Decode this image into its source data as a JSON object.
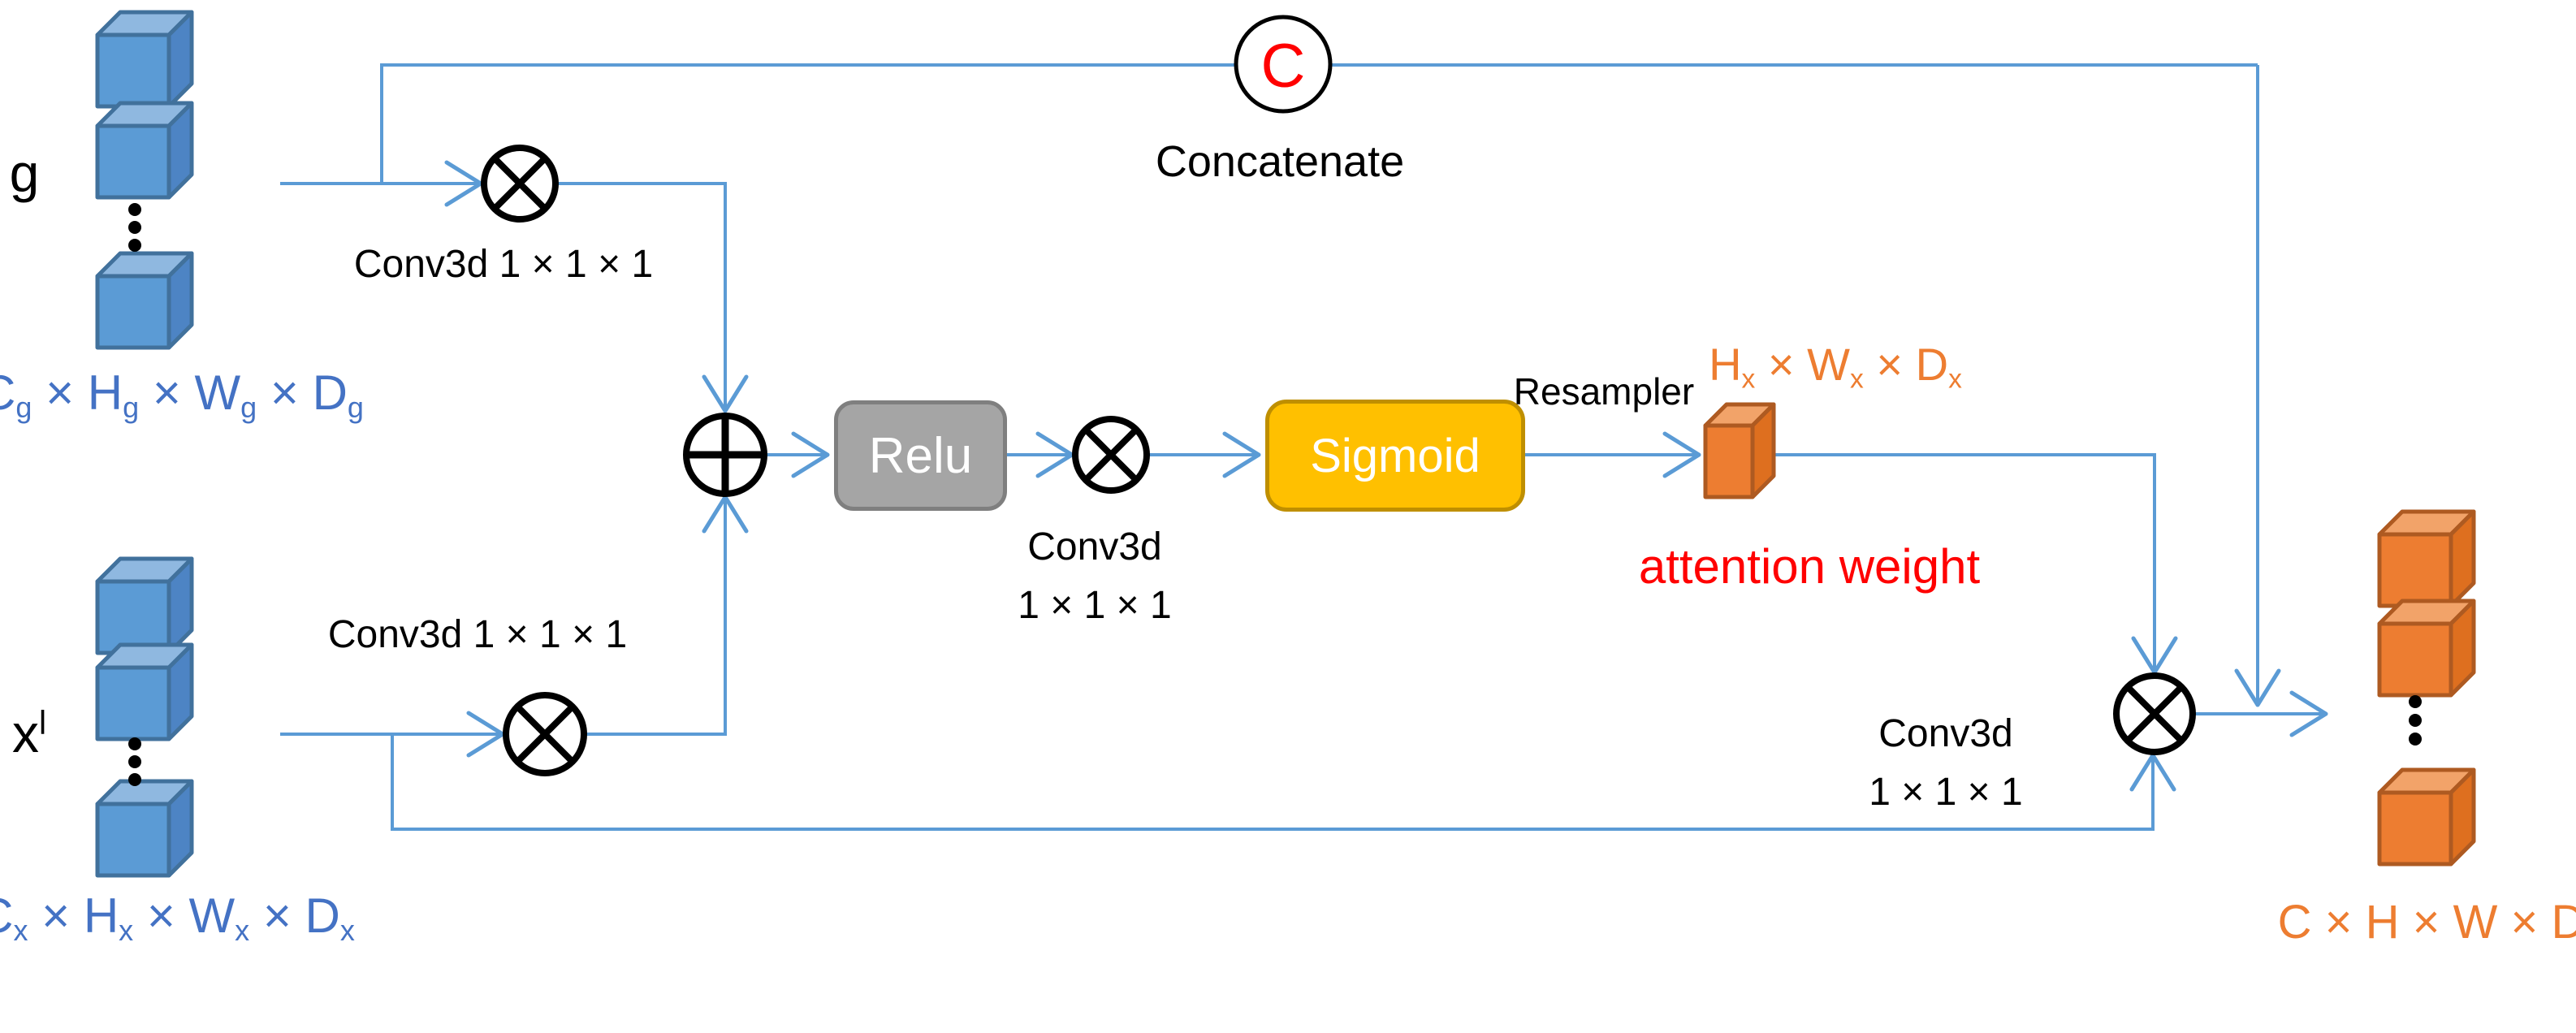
{
  "diagram": {
    "inputs": {
      "g": {
        "label": "g",
        "dims_parts": [
          {
            "t": "C",
            "s": "g"
          },
          {
            "t": " × H",
            "s": "g"
          },
          {
            "t": " × W",
            "s": "g"
          },
          {
            "t": " × D",
            "s": "g"
          }
        ]
      },
      "x": {
        "label_parts": [
          {
            "t": "x",
            "p": "l"
          }
        ],
        "dims_parts": [
          {
            "t": "C",
            "s": "x"
          },
          {
            "t": " × H",
            "s": "x"
          },
          {
            "t": " × W",
            "s": "x"
          },
          {
            "t": " × D",
            "s": "x"
          }
        ]
      }
    },
    "blocks": {
      "relu_label": "Relu",
      "sigmoid_label": "Sigmoid"
    },
    "conv_labels": {
      "top": "Conv3d  1 × 1 × 1",
      "bottom": "Conv3d  1 × 1 × 1",
      "mid_line1": "Conv3d",
      "mid_line2": "1 × 1 × 1",
      "right_line1": "Conv3d",
      "right_line2": "1 × 1 × 1"
    },
    "concat": {
      "symbol": "C",
      "label": "Concatenate"
    },
    "resampler_label": "Resampler",
    "attention": {
      "dims_parts": [
        {
          "t": "H",
          "s": "x"
        },
        {
          "t": " × W",
          "s": "x"
        },
        {
          "t": " × D",
          "s": "x"
        }
      ],
      "caption": "attention weight"
    },
    "output": {
      "dims": "C × H × W × D"
    },
    "colors": {
      "line": "#5B9BD5",
      "blue_text": "#4472C4",
      "orange_text": "#ED7D31",
      "red_text": "#FF0000",
      "relu_fill": "#A5A5A5",
      "sigmoid_fill": "#FFC000"
    }
  }
}
